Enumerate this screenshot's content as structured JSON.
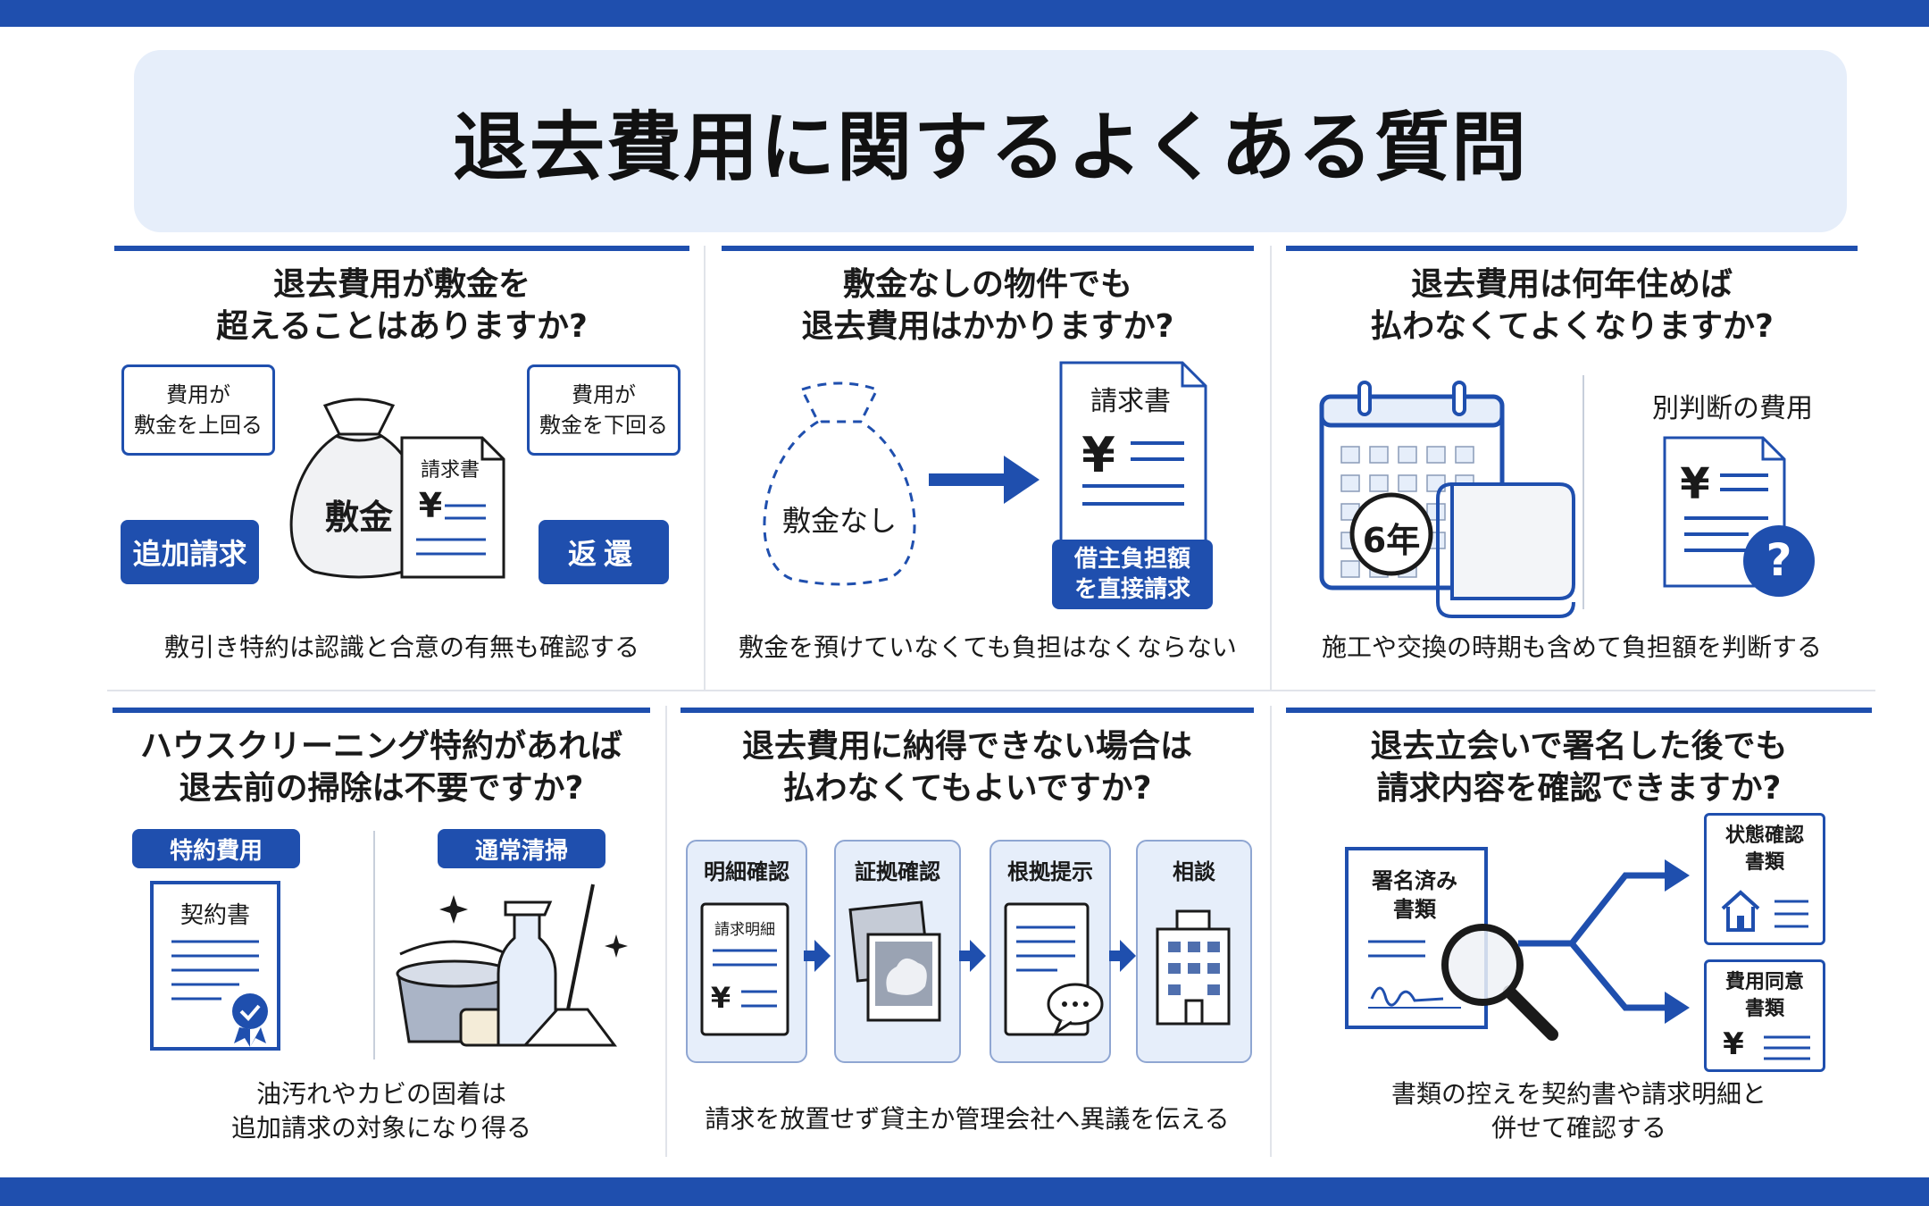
{
  "title": "退去費用に関するよくある質問",
  "colors": {
    "primary": "#1f4fae",
    "title_bg": "#e6eefa",
    "step_bg": "#e6eefa"
  },
  "cards": [
    {
      "question": [
        "退去費用が敷金を",
        "超えることはありますか?"
      ],
      "left_box": [
        "費用が",
        "敷金を上回る"
      ],
      "left_result": "追加請求",
      "bag_label": "敷金",
      "doc_label": "請求書",
      "right_box": [
        "費用が",
        "敷金を下回る"
      ],
      "right_result": "返還",
      "yen": "¥",
      "note": "敷引き特約は認識と合意の有無も確認する"
    },
    {
      "question": [
        "敷金なしの物件でも",
        "退去費用はかかりますか?"
      ],
      "bag_label": "敷金なし",
      "doc_label": "請求書",
      "yen": "¥",
      "badge": [
        "借主負担額",
        "を直接請求"
      ],
      "note": "敷金を預けていなくても負担はなくならない"
    },
    {
      "question": [
        "退去費用は何年住めば",
        "払わなくてよくなりますか?"
      ],
      "calendar_label": "6年",
      "right_label": "別判断の費用",
      "yen": "¥",
      "question_mark": "?",
      "note": "施工や交換の時期も含めて負担額を判断する"
    },
    {
      "question": [
        "ハウスクリーニング特約があれば",
        "退去前の掃除は不要ですか?"
      ],
      "left_tag": "特約費用",
      "contract_label": "契約書",
      "right_tag": "通常清掃",
      "note": [
        "油汚れやカビの固着は",
        "追加請求の対象になり得る"
      ]
    },
    {
      "question": [
        "退去費用に納得できない場合は",
        "払わなくてもよいですか?"
      ],
      "steps": [
        {
          "label": "明細確認",
          "doc_label": "請求明細",
          "yen": "¥"
        },
        {
          "label": "証拠確認"
        },
        {
          "label": "根拠提示"
        },
        {
          "label": "相談"
        }
      ],
      "note": "請求を放置せず貸主か管理会社へ異議を伝える"
    },
    {
      "question": [
        "退去立会いで署名した後でも",
        "請求内容を確認できますか?"
      ],
      "signed_doc": [
        "署名済み",
        "書類"
      ],
      "top_doc": [
        "状態確認",
        "書類"
      ],
      "bottom_doc": [
        "費用同意",
        "書類"
      ],
      "yen": "¥",
      "note": [
        "書類の控えを契約書や請求明細と",
        "併せて確認する"
      ]
    }
  ]
}
